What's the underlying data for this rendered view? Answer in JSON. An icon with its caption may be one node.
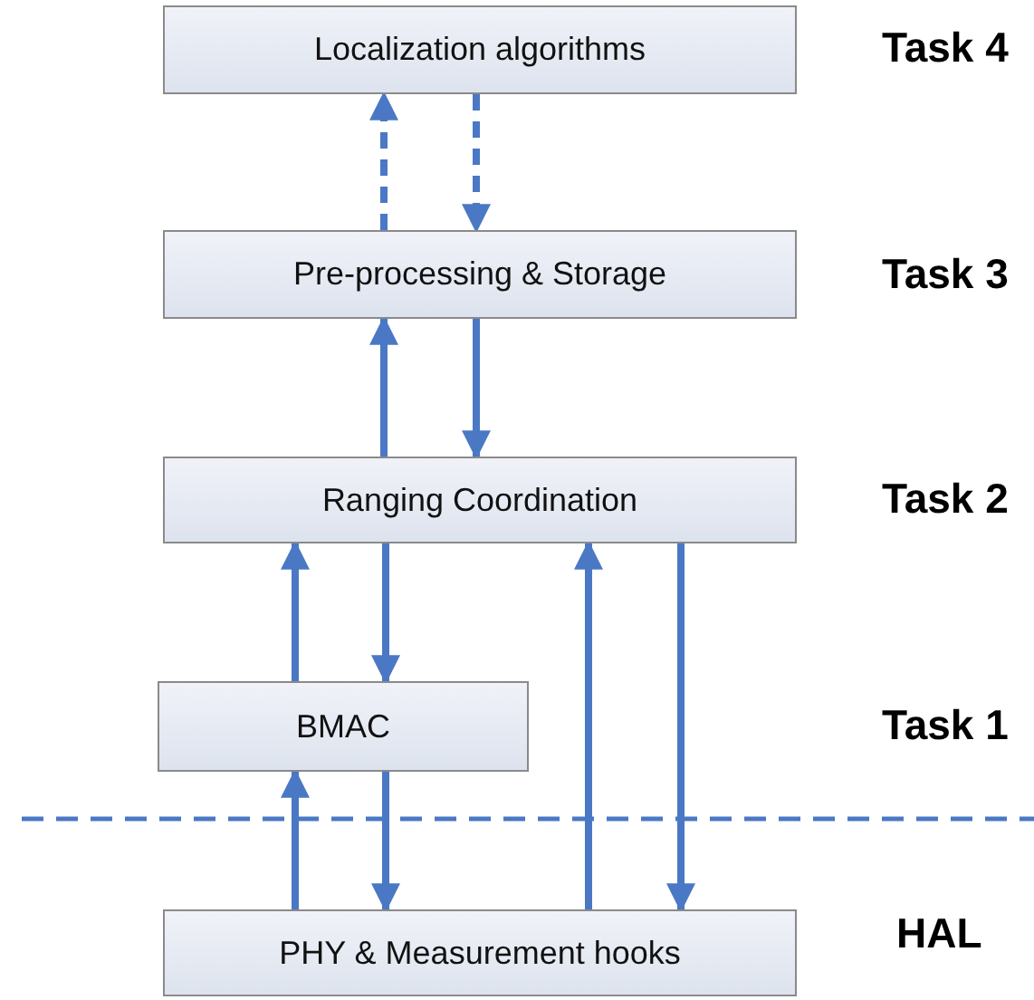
{
  "diagram": {
    "nodes": [
      {
        "text": [
          "Localization algorithms"
        ]
      },
      {
        "text": [
          "Pre-processing & Storage"
        ]
      },
      {
        "text": [
          "Ranging Coordination"
        ]
      },
      {
        "text": [
          "BMAC"
        ]
      },
      {
        "text": [
          "PHY & Measurement hooks"
        ]
      }
    ],
    "edges": [
      {
        "from": 1,
        "to": 0,
        "arrow": "to",
        "style": "dashed"
      },
      {
        "from": 0,
        "to": 1,
        "arrow": "to",
        "style": "dashed"
      },
      {
        "from": 2,
        "to": 1,
        "arrow": "to"
      },
      {
        "from": 1,
        "to": 2,
        "arrow": "to"
      },
      {
        "from": 3,
        "to": 2,
        "arrow": "to"
      },
      {
        "from": 2,
        "to": 3,
        "arrow": "to"
      },
      {
        "from": 4,
        "to": 3,
        "arrow": "to"
      },
      {
        "from": 3,
        "to": 4,
        "arrow": "to"
      },
      {
        "from": 4,
        "to": 2,
        "arrow": "to"
      },
      {
        "from": 2,
        "to": 4,
        "arrow": "to"
      }
    ],
    "labels": [
      "Task 4",
      "Task 3",
      "Task 2",
      "Task 1",
      "HAL"
    ]
  }
}
